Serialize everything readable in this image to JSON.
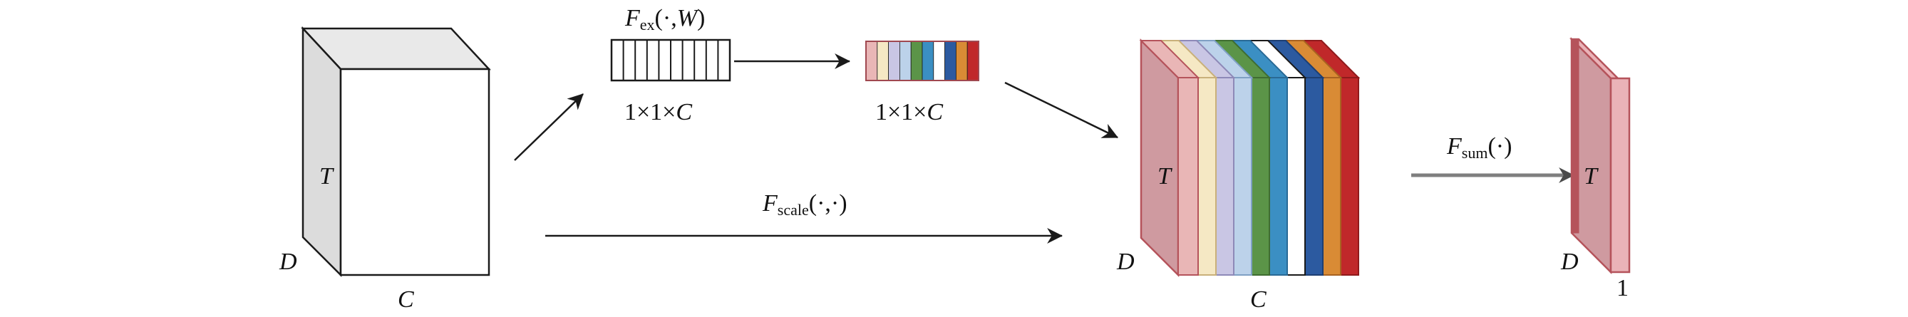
{
  "labels": {
    "input_t": "T",
    "input_d": "D",
    "input_c": "C",
    "fex_f": "F",
    "fex_sub": "ex",
    "fex_args": "(·,",
    "fex_w": "W",
    "fex_close": ")",
    "vec1_dim_prefix": "1×1×",
    "vec1_dim_c": "C",
    "vec2_dim_prefix": "1×1×",
    "vec2_dim_c": "C",
    "fscale_f": "F",
    "fscale_sub": "scale",
    "fscale_args": "(·,·)",
    "stack_t": "T",
    "stack_d": "D",
    "stack_c": "C",
    "fsum_f": "F",
    "fsum_sub": "sum",
    "fsum_args": "(·)",
    "out_t": "T",
    "out_d": "D",
    "out_one": "1"
  },
  "channel_colors": [
    "#e9b6b6",
    "#f5e8c4",
    "#c9c6e4",
    "#bcd2ea",
    "#5b9448",
    "#3b8fc3",
    "#ffffff",
    "#2c5aa0",
    "#d98b35",
    "#c0282a"
  ],
  "colors": {
    "stroke": "#1a1a1a",
    "cube_side": "#dcdcdc",
    "cube_top": "#e9e9e9",
    "pink_dark": "#b5535b",
    "pink_fill": "#cf9aa0",
    "pink_light": "#eab3b8",
    "arrow_gray": "#7f7f7f"
  }
}
